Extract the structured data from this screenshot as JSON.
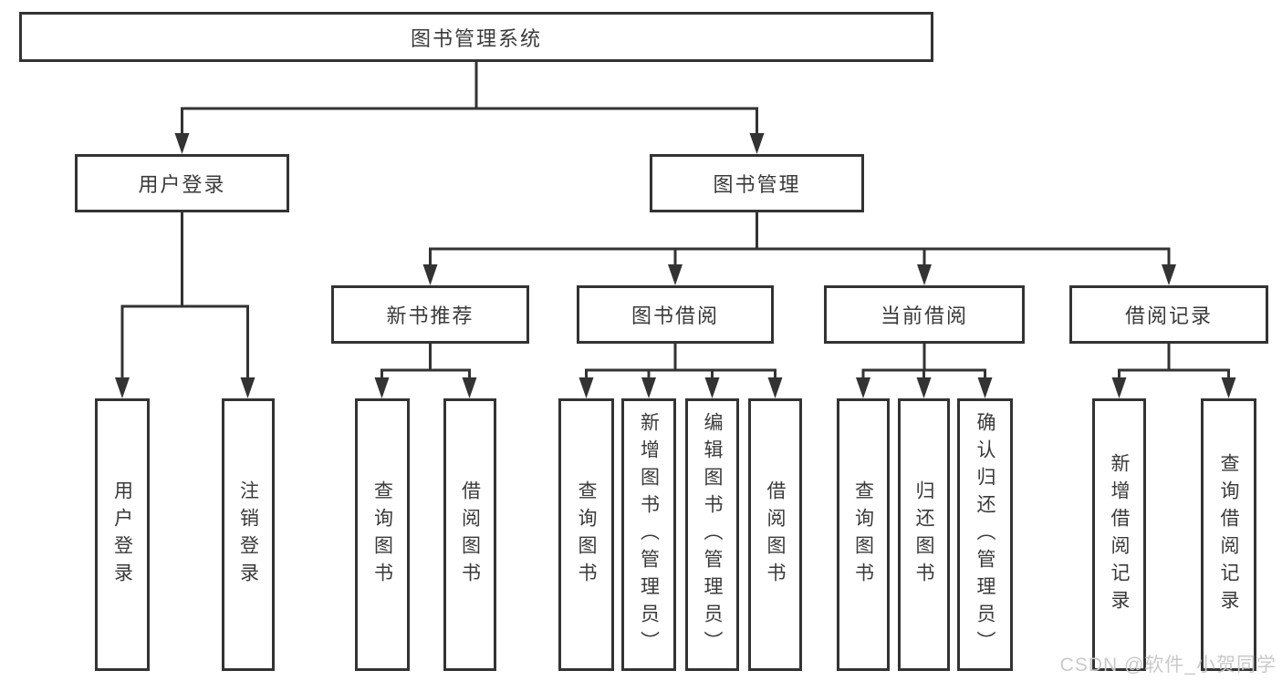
{
  "diagram": {
    "root": {
      "label": "图书管理系统"
    },
    "level2": [
      {
        "label": "用户登录"
      },
      {
        "label": "图书管理"
      }
    ],
    "level3": [
      {
        "label": "新书推荐"
      },
      {
        "label": "图书借阅"
      },
      {
        "label": "当前借阅"
      },
      {
        "label": "借阅记录"
      }
    ],
    "leaves": [
      {
        "label": "用户登录",
        "parent": "用户登录"
      },
      {
        "label": "注销登录",
        "parent": "用户登录"
      },
      {
        "label": "查询图书",
        "parent": "新书推荐"
      },
      {
        "label": "借阅图书",
        "parent": "新书推荐"
      },
      {
        "label": "查询图书",
        "parent": "图书借阅"
      },
      {
        "label": "新增图书（管理员）",
        "parent": "图书借阅"
      },
      {
        "label": "编辑图书（管理员）",
        "parent": "图书借阅"
      },
      {
        "label": "借阅图书",
        "parent": "图书借阅"
      },
      {
        "label": "查询图书",
        "parent": "当前借阅"
      },
      {
        "label": "归还图书",
        "parent": "当前借阅"
      },
      {
        "label": "确认归还（管理员）",
        "parent": "当前借阅"
      },
      {
        "label": "新增借阅记录",
        "parent": "借阅记录"
      },
      {
        "label": "查询借阅记录",
        "parent": "借阅记录"
      }
    ],
    "watermark": "CSDN @软件_小贺同学",
    "colors": {
      "line": "#333333",
      "text": "#3a3a3a",
      "box_background": "#ffffff",
      "watermark": "#c9c9c9"
    }
  }
}
